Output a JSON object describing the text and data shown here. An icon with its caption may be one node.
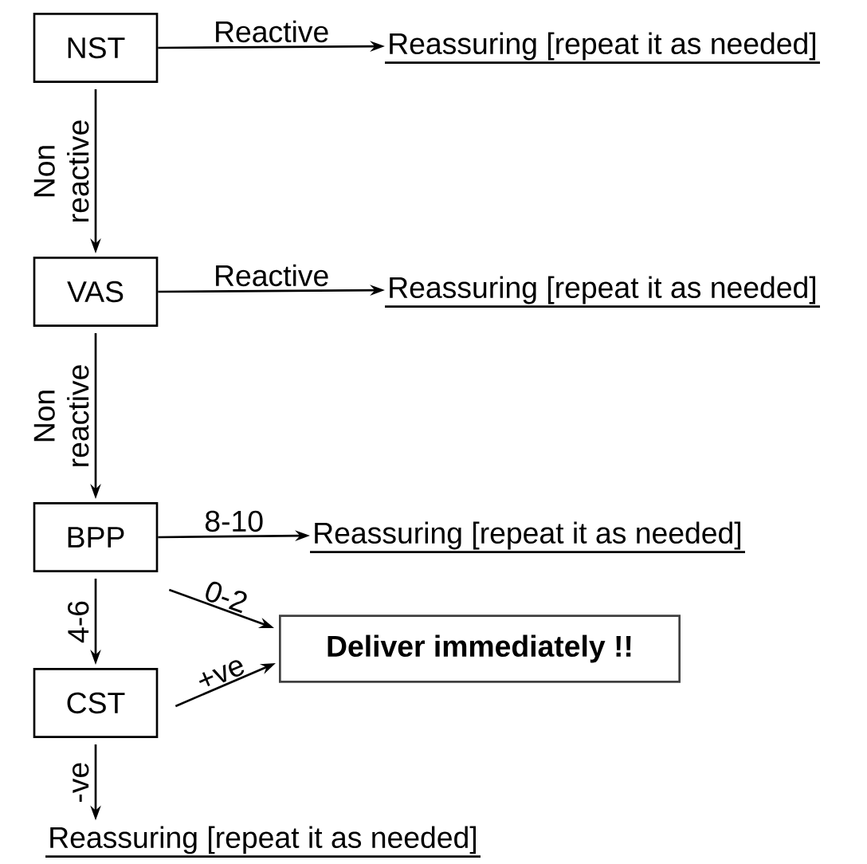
{
  "diagram": {
    "nodes": [
      {
        "text": [
          "NST"
        ]
      },
      {
        "text": [
          "Reassuring [repeat it as needed]"
        ]
      },
      {
        "text": [
          "VAS"
        ]
      },
      {
        "text": [
          "Reassuring [repeat it as needed]"
        ]
      },
      {
        "text": [
          "BPP"
        ]
      },
      {
        "text": [
          "Reassuring [repeat it as needed]"
        ]
      },
      {
        "text": [
          "CST"
        ]
      },
      {
        "text": [
          "Deliver immediately !!"
        ]
      },
      {
        "text": [
          "Reassuring [repeat it as needed]"
        ]
      }
    ],
    "edges": [
      {
        "from": 0,
        "to": 1,
        "arrow": "to",
        "label": "Reactive"
      },
      {
        "from": 0,
        "to": 2,
        "arrow": "to",
        "label": "Non reactive"
      },
      {
        "from": 2,
        "to": 3,
        "arrow": "to",
        "label": "Reactive"
      },
      {
        "from": 2,
        "to": 4,
        "arrow": "to",
        "label": "Non reactive"
      },
      {
        "from": 4,
        "to": 5,
        "arrow": "to",
        "label": "8-10"
      },
      {
        "from": 4,
        "to": 7,
        "arrow": "to",
        "label": "0-2"
      },
      {
        "from": 4,
        "to": 6,
        "arrow": "to",
        "label": "4-6"
      },
      {
        "from": 6,
        "to": 7,
        "arrow": "to",
        "label": "+ve"
      },
      {
        "from": 6,
        "to": 8,
        "arrow": "to",
        "label": "-ve"
      }
    ]
  }
}
